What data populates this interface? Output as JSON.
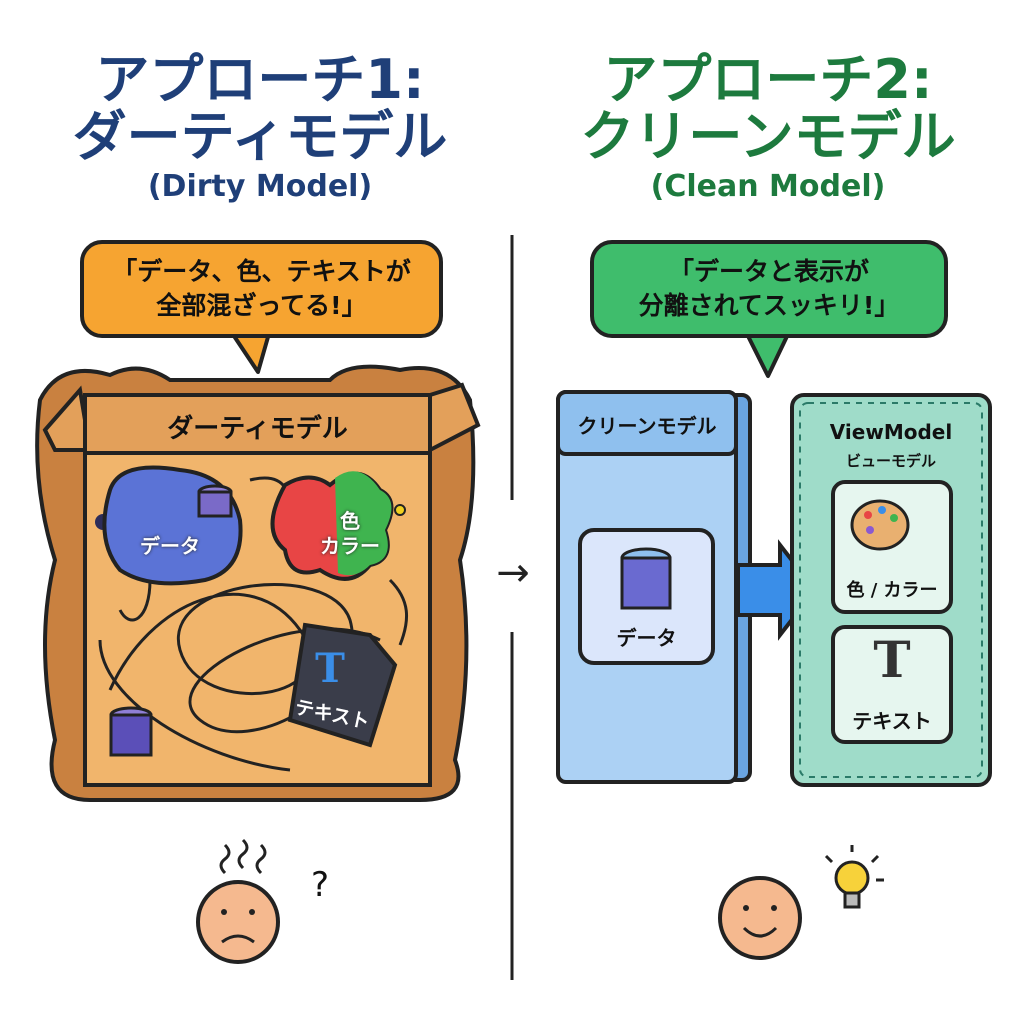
{
  "left": {
    "title_line1": "アプローチ1:",
    "title_line2": "ダーティモデル",
    "subtitle": "(Dirty Model)",
    "title_color": "#1f3f78",
    "bubble_line1": "「データ、色、テキストが",
    "bubble_line2": "全部混ざってる!」",
    "bubble_color": "#f6a431",
    "box_label": "ダーティモデル",
    "data_label": "データ",
    "color_label_1": "色",
    "color_label_2": "カラー",
    "text_icon": "T",
    "text_label": "テキスト",
    "question_mark": "?"
  },
  "divider_arrow": "→",
  "right": {
    "title_line1": "アプローチ2:",
    "title_line2": "クリーンモデル",
    "subtitle": "(Clean Model)",
    "title_color": "#1d7a3e",
    "bubble_line1": "「データと表示が",
    "bubble_line2": "分離されてスッキリ!」",
    "bubble_color": "#3fbd6c",
    "clean_panel_label": "クリーンモデル",
    "data_label": "データ",
    "viewmodel_label": "ViewModel",
    "viewmodel_sub": "ビューモデル",
    "color_card_label": "色 / カラー",
    "text_icon": "T",
    "text_card_label": "テキスト"
  }
}
